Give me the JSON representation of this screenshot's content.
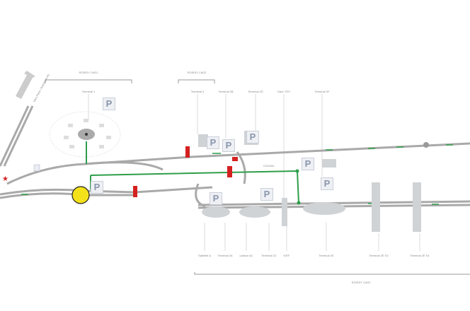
{
  "zones": {
    "cdg1": "ROISSY CdG1",
    "cdg2_top": "ROISSY CdG2",
    "cdg2_bottom": "ROISSY CdG2"
  },
  "direction_arrow": "Vers Paris / Autoroute A1",
  "top_labels": [
    "Terminal 1",
    "Terminal 3",
    "Terminal 2B",
    "Terminal 2D",
    "Gare TGV",
    "Terminal 2F"
  ],
  "bottom_labels": [
    "Satellite A",
    "Terminal 2A",
    "Liaison AC",
    "Terminal 2C",
    "K/EF",
    "Terminal 2E",
    "Terminal 2E S3",
    "Terminal 2E S4"
  ],
  "shuttle_label": "CDGVAL",
  "parking": [
    "P",
    "P",
    "P",
    "P",
    "P",
    "P",
    "P",
    "P",
    "P"
  ],
  "colors": {
    "road": "#a9a9a9",
    "route": "#2e9e4a",
    "stop": "#d42020",
    "marker": "#f5e11a"
  }
}
